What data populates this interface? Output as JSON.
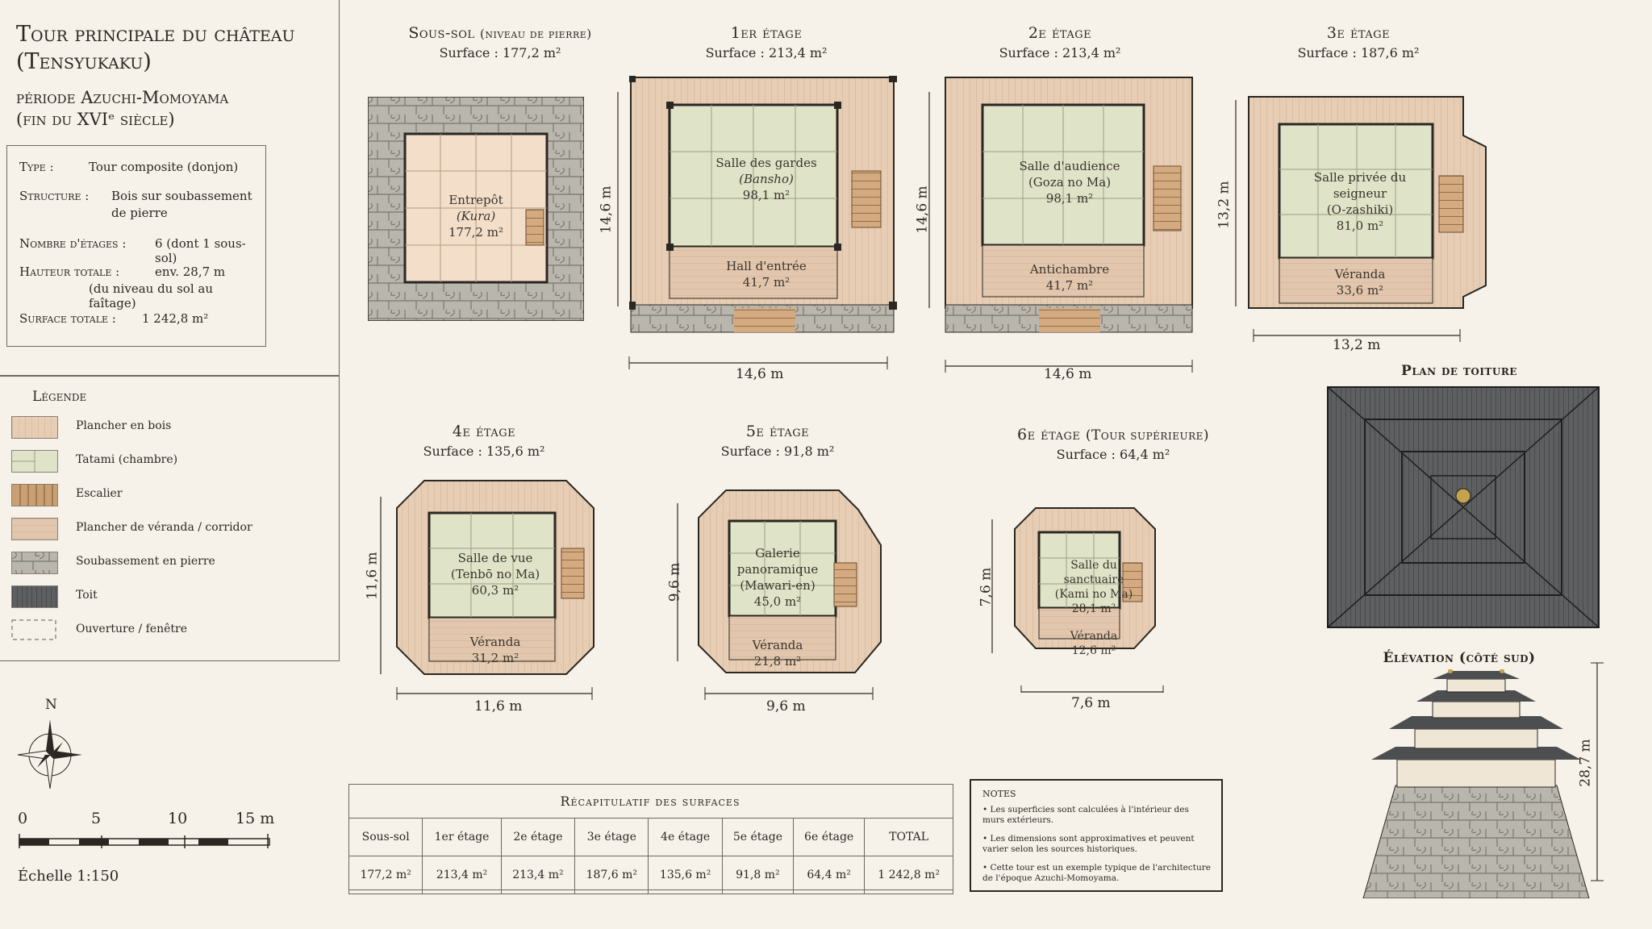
{
  "header": {
    "title_line1": "Tour principale du château",
    "title_line2": "(Tensyukaku)",
    "period_line1": "période Azuchi-Momoyama",
    "period_line2": "(fin du XVIᵉ siècle)"
  },
  "info": [
    {
      "key": "Type :",
      "value": "Tour composite (donjon)"
    },
    {
      "key": "Structure :",
      "value": "Bois sur soubassement",
      "value2": "de pierre"
    },
    {
      "key": "Nombre d'étages :",
      "value": "6 (dont 1 sous-sol)"
    },
    {
      "key": "Hauteur totale :",
      "value": "env. 28,7 m",
      "value2": "(du niveau du sol au faîtage)"
    },
    {
      "key": "Surface totale :",
      "value": "1 242,8 m²"
    }
  ],
  "legend": {
    "title": "Légende",
    "items": [
      {
        "label": "Plancher en bois",
        "color": "#e6cdb4"
      },
      {
        "label": "Tatami (chambre)",
        "color": "#dfe3c7"
      },
      {
        "label": "Escalier",
        "color": "#c99f74"
      },
      {
        "label": "Plancher de véranda / corridor",
        "color": "#e2c9b0"
      },
      {
        "label": "Soubassement en pierre",
        "color": "#b6b3ab"
      },
      {
        "label": "Toit",
        "color": "#5a5b5d"
      },
      {
        "label": "Ouverture / fenêtre",
        "color": "#ffffff"
      }
    ]
  },
  "compass": {
    "north": "N"
  },
  "scale": {
    "ticks": [
      "0",
      "5",
      "10",
      "15 m"
    ],
    "label": "Échelle 1:150"
  },
  "plans": {
    "basement": {
      "title": "Sous-sol",
      "title_small": "(niveau de pierre)",
      "surface": "Surface : 177,2 m²",
      "room": "Entrepôt",
      "room_jp": "(Kura)",
      "room_area": "177,2 m²"
    },
    "floor1": {
      "title": "1er étage",
      "surface": "Surface : 213,4 m²",
      "room": "Salle des gardes",
      "room_jp": "(Bansho)",
      "room_area": "98,1 m²",
      "hall": "Hall d'entrée",
      "hall_area": "41,7 m²",
      "dim_w": "14,6 m",
      "dim_h": "14,6 m"
    },
    "floor2": {
      "title": "2e étage",
      "surface": "Surface : 213,4 m²",
      "room": "Salle d'audience",
      "room_jp": "(Goza no Ma)",
      "room_area": "98,1 m²",
      "hall": "Antichambre",
      "hall_area": "41,7 m²",
      "dim_w": "14,6 m",
      "dim_h": "14,6 m"
    },
    "floor3": {
      "title": "3e étage",
      "surface": "Surface : 187,6 m²",
      "room": "Salle privée du",
      "room2": "seigneur",
      "room_jp": "(O-zashiki)",
      "room_area": "81,0 m²",
      "hall": "Véranda",
      "hall_area": "33,6 m²",
      "dim_w": "13,2 m",
      "dim_h": "13,2 m"
    },
    "floor4": {
      "title": "4e étage",
      "surface": "Surface : 135,6 m²",
      "room": "Salle de vue",
      "room_jp": "(Tenbō no Ma)",
      "room_area": "60,3 m²",
      "hall": "Véranda",
      "hall_area": "31,2 m²",
      "dim_w": "11,6 m",
      "dim_h": "11,6 m"
    },
    "floor5": {
      "title": "5e étage",
      "surface": "Surface : 91,8 m²",
      "room": "Galerie",
      "room2": "panoramique",
      "room_jp": "(Mawari-en)",
      "room_area": "45,0 m²",
      "hall": "Véranda",
      "hall_area": "21,8 m²",
      "dim_w": "9,6 m",
      "dim_h": "9,6 m"
    },
    "floor6": {
      "title": "6e étage",
      "title_small": "(Tour supérieure)",
      "surface": "Surface : 64,4 m²",
      "room": "Salle du sanctuaire",
      "room_jp": "(Kami no Ma)",
      "room_area": "28,1 m²",
      "hall": "Véranda",
      "hall_area": "12,6 m²",
      "dim_w": "7,6 m",
      "dim_h": "7,6 m"
    }
  },
  "roof": {
    "title": "Plan de toiture"
  },
  "elevation": {
    "title": "Élévation (côté sud)",
    "height": "28,7 m"
  },
  "summary": {
    "title": "Récapitulatif des surfaces",
    "headers": [
      "Sous-sol",
      "1er étage",
      "2e étage",
      "3e étage",
      "4e étage",
      "5e étage",
      "6e étage",
      "TOTAL"
    ],
    "values": [
      "177,2 m²",
      "213,4 m²",
      "213,4 m²",
      "187,6 m²",
      "135,6 m²",
      "91,8 m²",
      "64,4 m²",
      "1 242,8 m²"
    ]
  },
  "notes": {
    "title": "NOTES",
    "items": [
      "Les superficies sont calculées à l'intérieur des murs extérieurs.",
      "Les dimensions sont approximatives et peuvent varier selon les sources historiques.",
      "Cette tour est un exemple typique de l'architecture de l'époque Azuchi-Momoyama."
    ]
  },
  "colors": {
    "wood": "#e6cdb4",
    "tatami": "#dfe3c7",
    "stone": "#b6b3ab",
    "roof": "#5a5b5d",
    "line": "#2b2722"
  }
}
